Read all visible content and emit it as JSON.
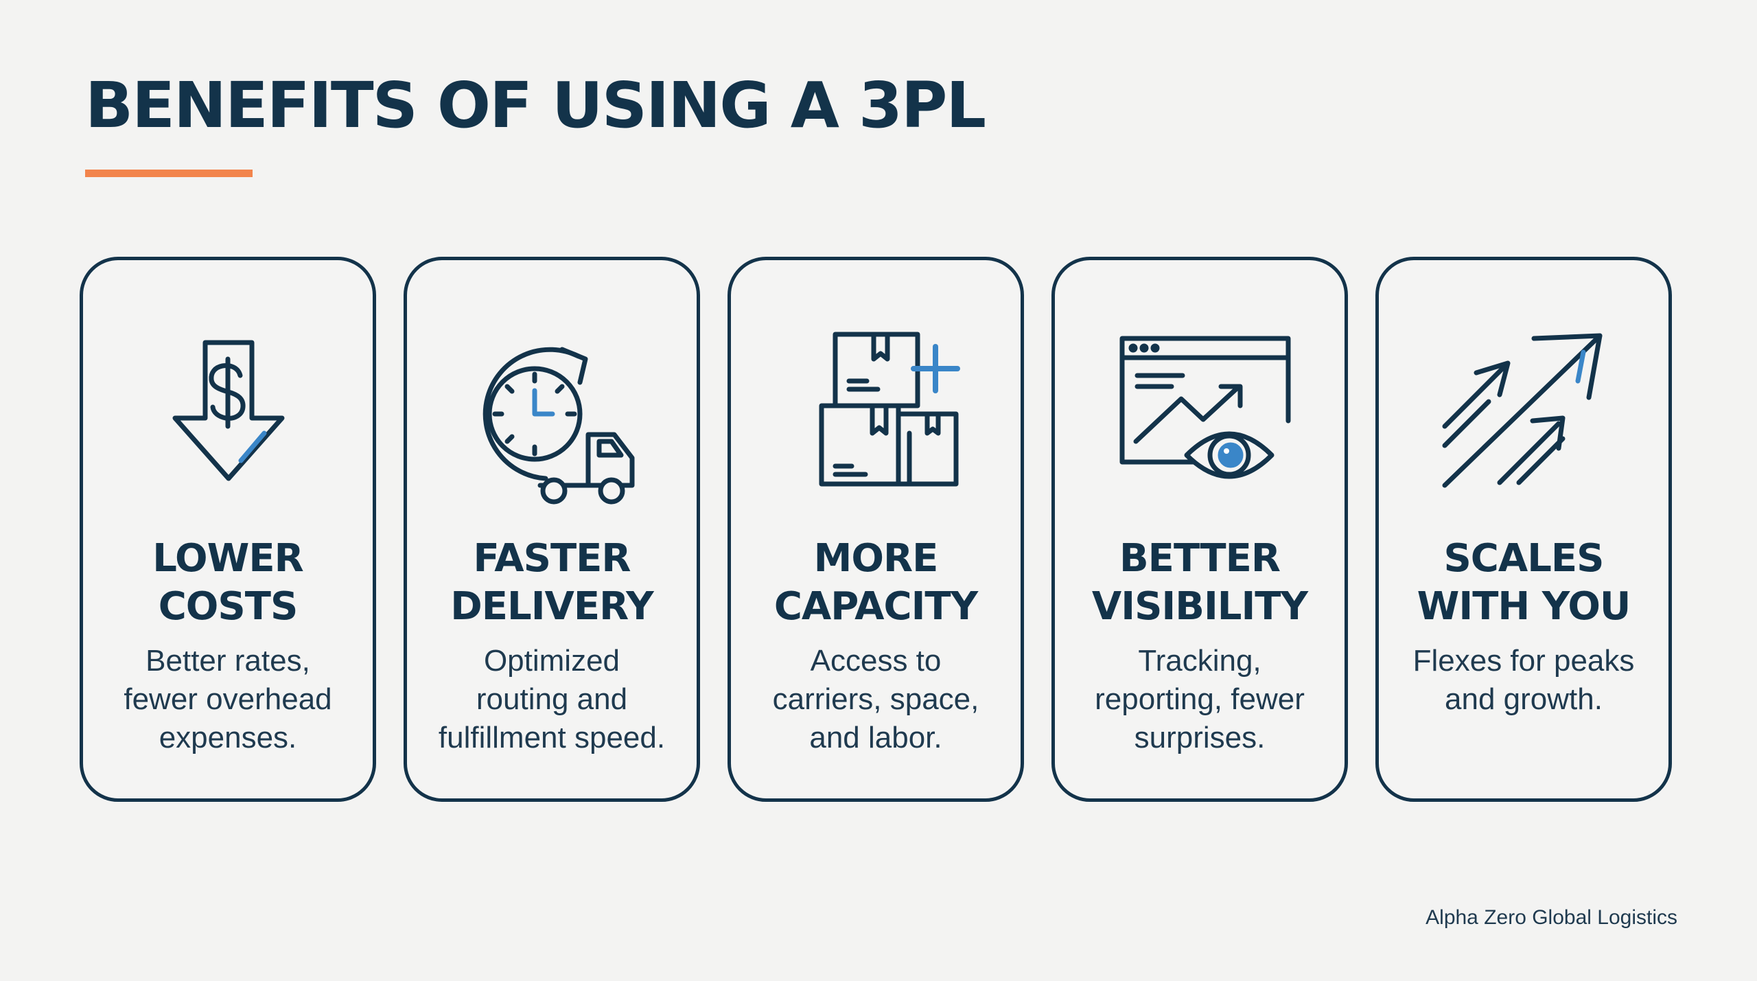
{
  "page": {
    "title": "BENEFITS OF USING A 3PL",
    "footer": "Alpha Zero Global Logistics"
  },
  "colors": {
    "primary": "#13334a",
    "accent": "#f2844c",
    "highlight": "#3a86c8",
    "background": "#f3f3f2"
  },
  "cards": [
    {
      "icon": "dollar-down-arrow-icon",
      "heading_lines": [
        "LOWER",
        "COSTS"
      ],
      "desc_lines": [
        "Better rates,",
        "fewer overhead",
        "expenses."
      ]
    },
    {
      "icon": "clock-truck-icon",
      "heading_lines": [
        "FASTER",
        "DELIVERY"
      ],
      "desc_lines": [
        "Optimized",
        "routing and",
        "fulfillment speed."
      ]
    },
    {
      "icon": "boxes-plus-icon",
      "heading_lines": [
        "MORE",
        "CAPACITY"
      ],
      "desc_lines": [
        "Access to",
        "carriers, space,",
        "and labor."
      ]
    },
    {
      "icon": "chart-eye-icon",
      "heading_lines": [
        "BETTER",
        "VISIBILITY"
      ],
      "desc_lines": [
        "Tracking,",
        "reporting, fewer",
        "surprises."
      ]
    },
    {
      "icon": "growth-arrows-icon",
      "heading_lines": [
        "SCALES",
        "WITH YOU"
      ],
      "desc_lines": [
        "Flexes for peaks",
        "and growth."
      ]
    }
  ]
}
